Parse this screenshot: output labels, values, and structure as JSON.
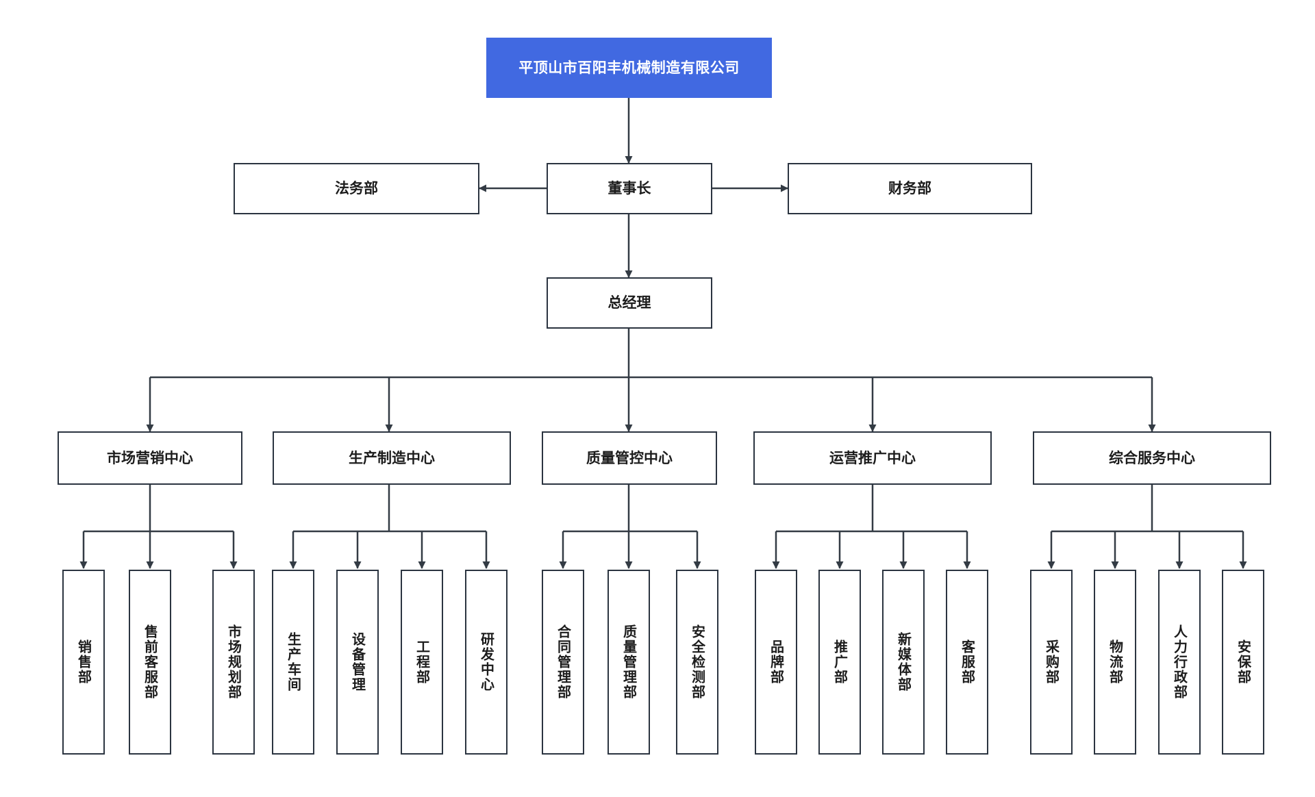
{
  "diagram": {
    "title": "平顶山市百阳丰机械制造有限公司",
    "type": "organization-chart",
    "colors": {
      "root_fill": "#4169E1",
      "root_text": "#ffffff",
      "node_border": "#2b3440",
      "node_fill": "#ffffff",
      "node_text": "#1c1c1c",
      "connector": "#333b44",
      "canvas": "#ffffff"
    }
  },
  "nodes": {
    "root": {
      "label": "平顶山市百阳丰机械制造有限公司"
    },
    "chairman": {
      "label": "董事长"
    },
    "legal": {
      "label": "法务部"
    },
    "finance": {
      "label": "财务部"
    },
    "general_manager": {
      "label": "总经理"
    },
    "centers": [
      {
        "label": "市场营销中心",
        "departments": [
          {
            "label": "销售部"
          },
          {
            "label": "售前客服部"
          },
          {
            "label": "市场规划部"
          }
        ]
      },
      {
        "label": "生产制造中心",
        "departments": [
          {
            "label": "生产车间"
          },
          {
            "label": "设备管理"
          },
          {
            "label": "工程部"
          },
          {
            "label": "研发中心"
          }
        ]
      },
      {
        "label": "质量管控中心",
        "departments": [
          {
            "label": "合同管理部"
          },
          {
            "label": "质量管理部"
          },
          {
            "label": "安全检测部"
          }
        ]
      },
      {
        "label": "运营推广中心",
        "departments": [
          {
            "label": "品牌部"
          },
          {
            "label": "推广部"
          },
          {
            "label": "新媒体部"
          },
          {
            "label": "客服部"
          }
        ]
      },
      {
        "label": "综合服务中心",
        "departments": [
          {
            "label": "采购部"
          },
          {
            "label": "物流部"
          },
          {
            "label": "人力行政部"
          },
          {
            "label": "安保部"
          }
        ]
      }
    ]
  }
}
